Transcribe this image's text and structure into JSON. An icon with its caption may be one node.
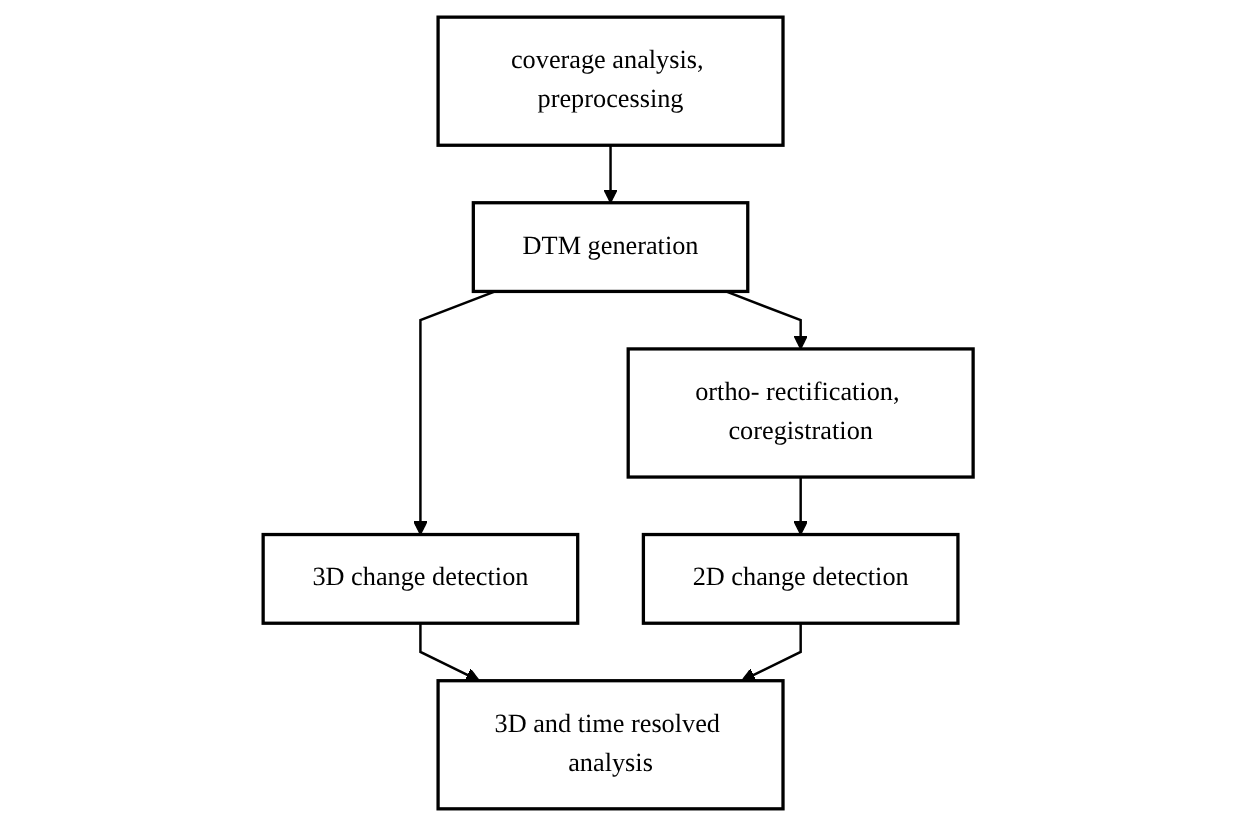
{
  "diagram": {
    "nodes": [
      {
        "text": [
          "coverage analysis, preprocessing"
        ]
      },
      {
        "text": [
          "DTM generation"
        ]
      },
      {
        "text": [
          "ortho- rectification, coregistration"
        ]
      },
      {
        "text": [
          "3D change detection"
        ]
      },
      {
        "text": [
          "2D change detection"
        ]
      },
      {
        "text": [
          "3D and time resolved analysis"
        ]
      }
    ],
    "edges": [
      {
        "from": 0,
        "to": 1,
        "arrow": "to"
      },
      {
        "from": 1,
        "to": 2,
        "arrow": "to"
      },
      {
        "from": 1,
        "to": 3,
        "arrow": "to"
      },
      {
        "from": 2,
        "to": 4,
        "arrow": "to"
      },
      {
        "from": 3,
        "to": 5,
        "arrow": "to"
      },
      {
        "from": 4,
        "to": 5,
        "arrow": "to"
      }
    ]
  }
}
